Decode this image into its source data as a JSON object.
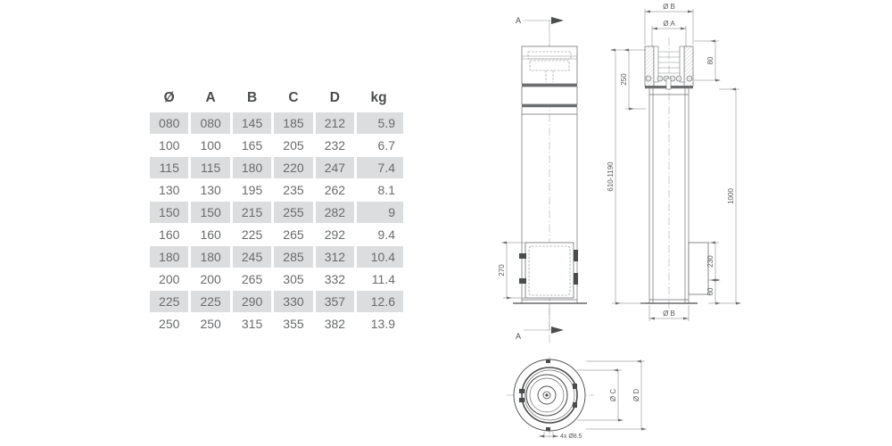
{
  "table": {
    "name": "dimension-table",
    "headers": [
      "Ø",
      "A",
      "B",
      "C",
      "D",
      "kg"
    ],
    "rows": [
      [
        "080",
        "080",
        "145",
        "185",
        "212",
        "5.9"
      ],
      [
        "100",
        "100",
        "165",
        "205",
        "232",
        "6.7"
      ],
      [
        "115",
        "115",
        "180",
        "220",
        "247",
        "7.4"
      ],
      [
        "130",
        "130",
        "195",
        "235",
        "262",
        "8.1"
      ],
      [
        "150",
        "150",
        "215",
        "255",
        "282",
        "9"
      ],
      [
        "160",
        "160",
        "225",
        "265",
        "292",
        "9.4"
      ],
      [
        "180",
        "180",
        "245",
        "285",
        "312",
        "10.4"
      ],
      [
        "200",
        "200",
        "265",
        "305",
        "332",
        "11.4"
      ],
      [
        "225",
        "225",
        "290",
        "330",
        "357",
        "12.6"
      ],
      [
        "250",
        "250",
        "315",
        "355",
        "382",
        "13.9"
      ]
    ]
  },
  "drawing": {
    "side_view": {
      "section_mark_top": "A",
      "section_mark_bottom": "A",
      "dim_door_height": "270"
    },
    "front_view": {
      "dim_total_range": "610-1190",
      "dim_overall": "1000",
      "dim_top_section": "250",
      "dim_collar": "80",
      "dim_door_height": "230",
      "dim_base": "60",
      "dim_dia_outer_top": "Ø B",
      "dim_dia_inner_top": "Ø A",
      "dim_dia_bottom": "Ø B"
    },
    "section_view": {
      "dim_dia_c": "Ø C",
      "dim_dia_d": "Ø D",
      "note_holes": "4x Ø8.5"
    }
  },
  "colors": {
    "line": "#6d6e70",
    "line_dark": "#4a4b4d",
    "row_shade": "#dcdddf",
    "text": "#58595b",
    "background": "#ffffff"
  }
}
